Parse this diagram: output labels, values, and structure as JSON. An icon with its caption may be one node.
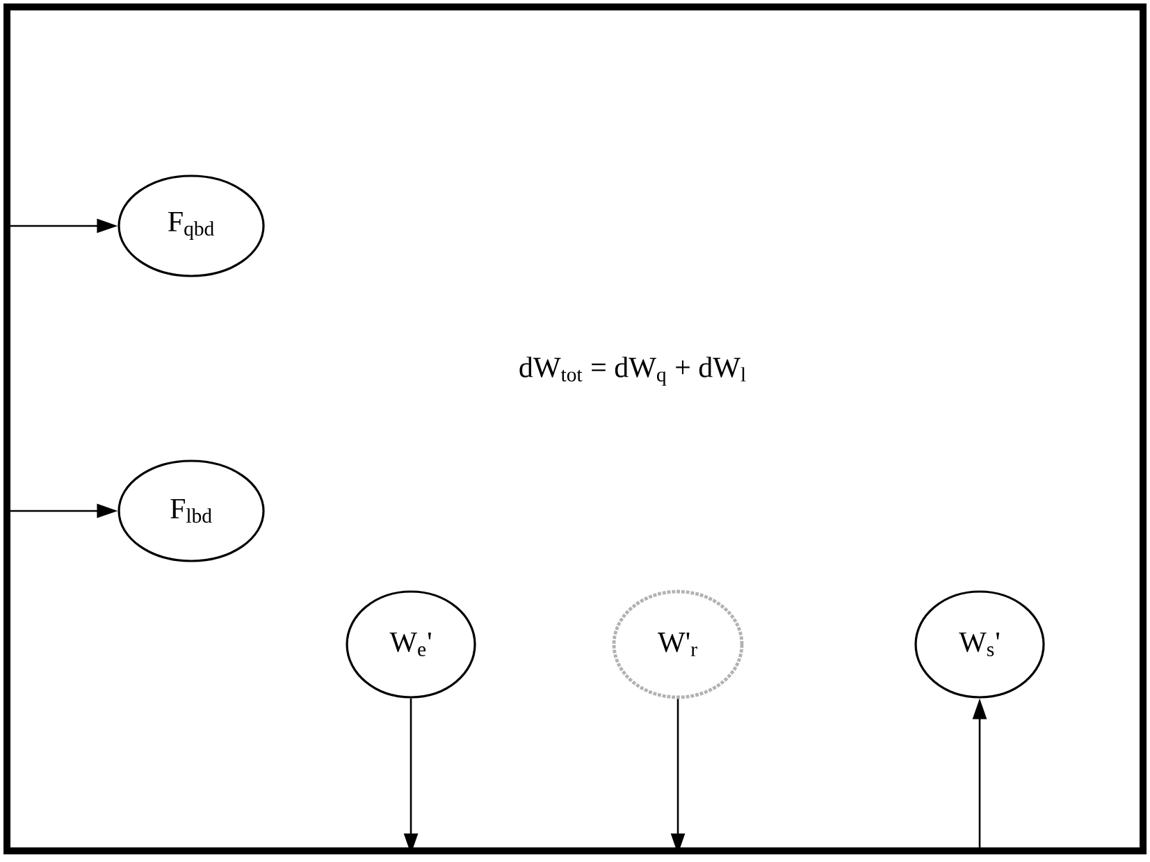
{
  "diagram": {
    "nodes": [
      {
        "text": [
          "dW$_{tot}$ = dW$_{q}$ + dW$_{l}$"
        ]
      },
      {
        "text": [
          "F$_{qbd}$"
        ],
        "in": 0
      },
      {
        "text": [
          "F$_{lbd}$"
        ],
        "in": 0
      },
      {
        "text": [
          "W$_{e}$'"
        ],
        "in": 0
      },
      {
        "text": [
          "W'$_{r}$"
        ],
        "in": 0
      },
      {
        "text": [
          "W$_{s}$'"
        ],
        "in": 0
      }
    ],
    "edges": [
      {
        "from": 0,
        "to": 1,
        "arrow": "to"
      },
      {
        "from": 0,
        "to": 2,
        "arrow": "to"
      },
      {
        "from": 3,
        "to": 0,
        "arrow": "to"
      },
      {
        "from": 4,
        "to": 0,
        "arrow": "to"
      },
      {
        "from": 0,
        "to": 5,
        "arrow": "to"
      }
    ]
  }
}
